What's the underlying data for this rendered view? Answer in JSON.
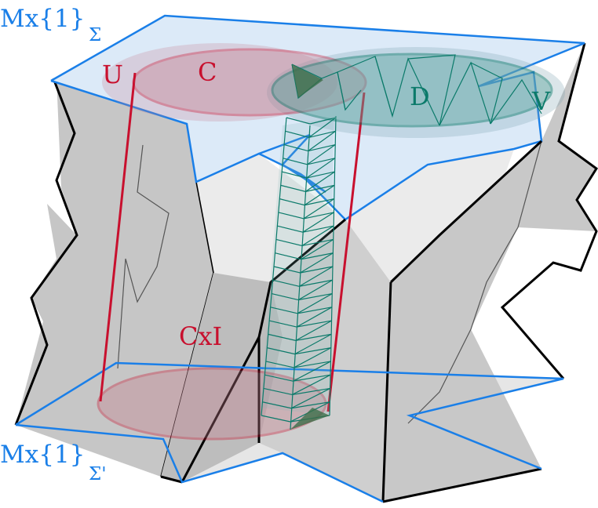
{
  "labels": {
    "top_manifold": "Mx{1}",
    "top_subscript": "Σ",
    "bottom_manifold": "Mx{1}",
    "bottom_subscript": "Σ'",
    "region_u": "U",
    "region_c": "C",
    "region_d": "D",
    "region_v": "V",
    "cylinder": "CxI"
  },
  "colors": {
    "boundary_blue": "#1a7fe8",
    "top_face_fill": "#dceaf8",
    "wall_gray": "#c9c9c9",
    "wall_light": "#e4e4e4",
    "edge_black": "#000000",
    "cylinder_red": "#c8102e",
    "red_fill": "#c47b8a",
    "teal": "#0b7a6a",
    "teal_fill": "#7fb9b9",
    "label_red": "#c8102e",
    "label_blue": "#1a7fe8",
    "label_teal": "#0b7a6a"
  }
}
